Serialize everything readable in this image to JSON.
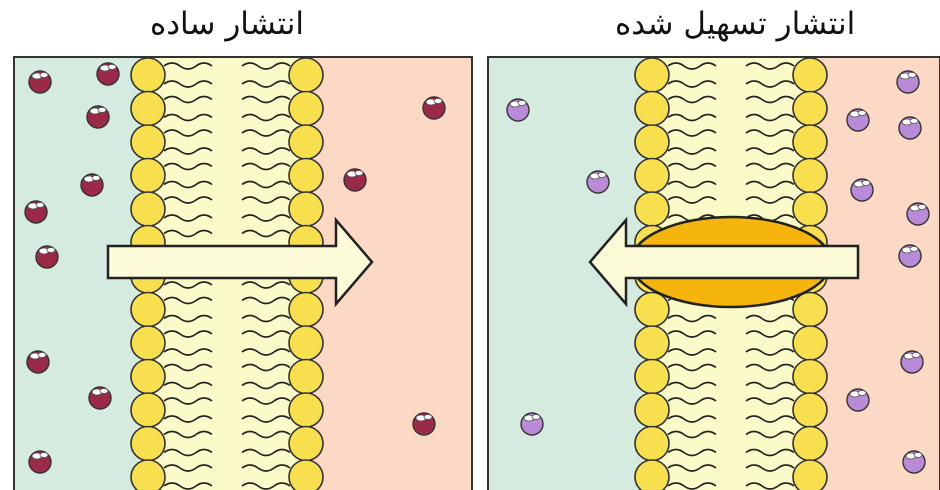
{
  "panels": [
    {
      "id": "simple",
      "title": "انتشار ساده",
      "arrow_direction": "right",
      "has_channel_protein": false,
      "molecule_color": "#9a2a48",
      "left_bg": "#d6ebe0",
      "right_bg": "#fcd9c4"
    },
    {
      "id": "facilitated",
      "title": "انتشار تسهیل شده",
      "arrow_direction": "left",
      "has_channel_protein": true,
      "molecule_color": "#b88ad8",
      "left_bg": "#d6ebe0",
      "right_bg": "#fcd9c4"
    }
  ],
  "colors": {
    "lipid_head": "#f7df4e",
    "lipid_core": "#fafbc8",
    "arrow_fill": "#fbfbd8",
    "protein": "#f5b50c"
  }
}
